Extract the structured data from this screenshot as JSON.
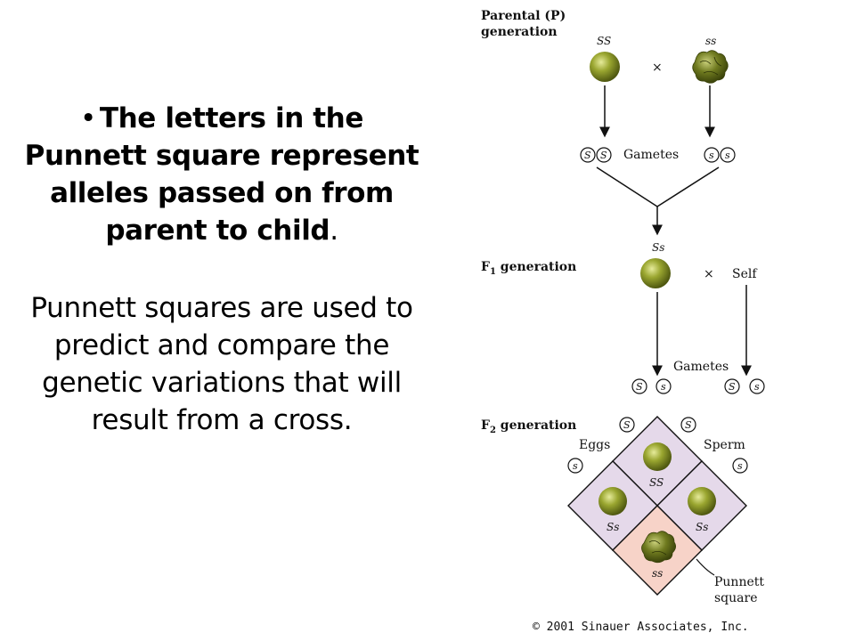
{
  "text": {
    "bullet_symbol": "•",
    "bullet_bold": "The letters in the Punnett square represent alleles passed on from parent to child",
    "bullet_tail": ".",
    "body": "Punnett squares are used to predict and compare the genetic variations that will result from a cross."
  },
  "figure": {
    "parental_line1": "Parental (P)",
    "parental_line2": "generation",
    "parent1_genotype": "SS",
    "parent2_genotype": "ss",
    "cross_symbol": "×",
    "gametes_label_top": "Gametes",
    "allele_dominant": "S",
    "allele_recessive": "s",
    "f1_label": "F",
    "f1_sub": "1",
    "generation_word": " generation",
    "f1_genotype": "Ss",
    "self_label": "Self",
    "gametes_label_bottom": "Gametes",
    "f2_label": "F",
    "f2_sub": "2",
    "eggs_label": "Eggs",
    "sperm_label": "Sperm",
    "cell_top": "SS",
    "cell_left": "Ss",
    "cell_right": "Ss",
    "cell_bottom": "ss",
    "punnett_line1": "Punnett",
    "punnett_line2": "square",
    "copyright": "© 2001 Sinauer Associates, Inc.",
    "colors": {
      "grid_fill": "#e5d9ea",
      "recessive_fill": "#f7d3c8",
      "pea_green": "#8f9c28",
      "pea_dark": "#4f5810"
    }
  }
}
